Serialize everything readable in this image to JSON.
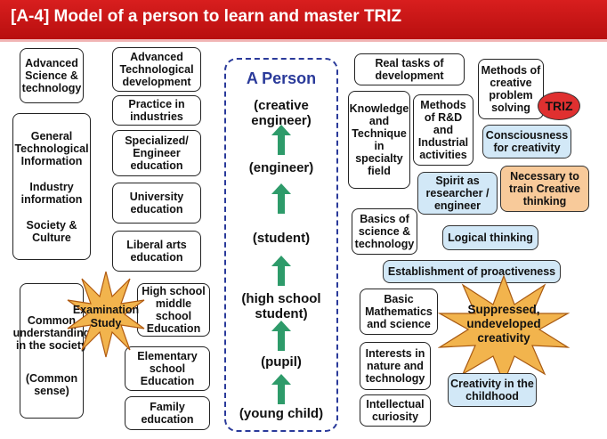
{
  "title": "[A-4] Model of a person to learn and master TRIZ",
  "person": {
    "heading": "A Person",
    "stages": [
      "(creative engineer)",
      "(engineer)",
      "(student)",
      "(high school student)",
      "(pupil)",
      "(young child)"
    ]
  },
  "left_boxes": {
    "advanced_science": "Advanced Science & technology",
    "general_info": [
      "General Technological Information",
      "Industry information",
      "Society & Culture"
    ],
    "common_understanding": "Common understanding in the society",
    "common_sense": "(Common sense)"
  },
  "education_boxes": {
    "advanced_tech": "Advanced Technological development",
    "practice": "Practice in industries",
    "specialized": "Specialized/ Engineer education",
    "university": "University education",
    "liberal_arts": "Liberal arts education",
    "high_school": "High school middle school Education",
    "elementary": "Elementary school Education",
    "family": "Family education"
  },
  "exam_burst": "Examination Study",
  "right_boxes": {
    "real_tasks": "Real tasks of development",
    "methods_creative": "Methods of creative problem solving",
    "triz": "TRIZ",
    "knowledge": "Knowledge and Technique in specialty field",
    "methods_rd": "Methods of R&D and Industrial activities",
    "consciousness": "Consciousness for creativity",
    "spirit": "Spirit as researcher / engineer",
    "necessary": "Necessary to train Creative thinking",
    "basics": "Basics of science & technology",
    "logical": "Logical thinking",
    "proactiveness": "Establishment of  proactiveness",
    "basic_math": "Basic Mathematics and science",
    "interests": "Interests in nature and technology",
    "intellectual": "Intellectual curiosity",
    "creativity_child": "Creativity in the childhood"
  },
  "suppressed_burst": "Suppressed, undeveloped creativity",
  "colors": {
    "title_red": "#c8141a",
    "person_blue": "#2a3a9a",
    "arrow_green": "#2e9b6a",
    "burst_orange": "#f2b44d",
    "blue_box": "#d2e8f7",
    "orange_box": "#f8ca9a"
  }
}
